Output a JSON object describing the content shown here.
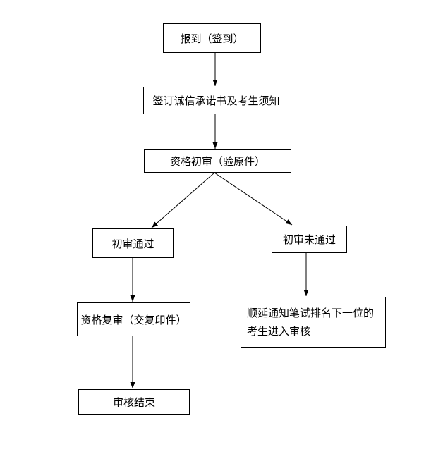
{
  "flowchart": {
    "nodes": {
      "register": "报到（签到）",
      "sign_pledge": "签订诚信承诺书及考生须知",
      "initial_review": "资格初审（验原件）",
      "initial_pass": "初审通过",
      "initial_fail": "初审未通过",
      "final_review": "资格复审（交复印件）",
      "notify_next": {
        "line1": "顺延通知笔试排名下一位的",
        "line2": "考生进入审核"
      },
      "review_end": "审核结束"
    },
    "edges": [
      {
        "from": "register",
        "to": "sign_pledge"
      },
      {
        "from": "sign_pledge",
        "to": "initial_review"
      },
      {
        "from": "initial_review",
        "to": "initial_pass"
      },
      {
        "from": "initial_review",
        "to": "initial_fail"
      },
      {
        "from": "initial_pass",
        "to": "final_review"
      },
      {
        "from": "initial_fail",
        "to": "notify_next"
      },
      {
        "from": "final_review",
        "to": "review_end"
      }
    ]
  }
}
